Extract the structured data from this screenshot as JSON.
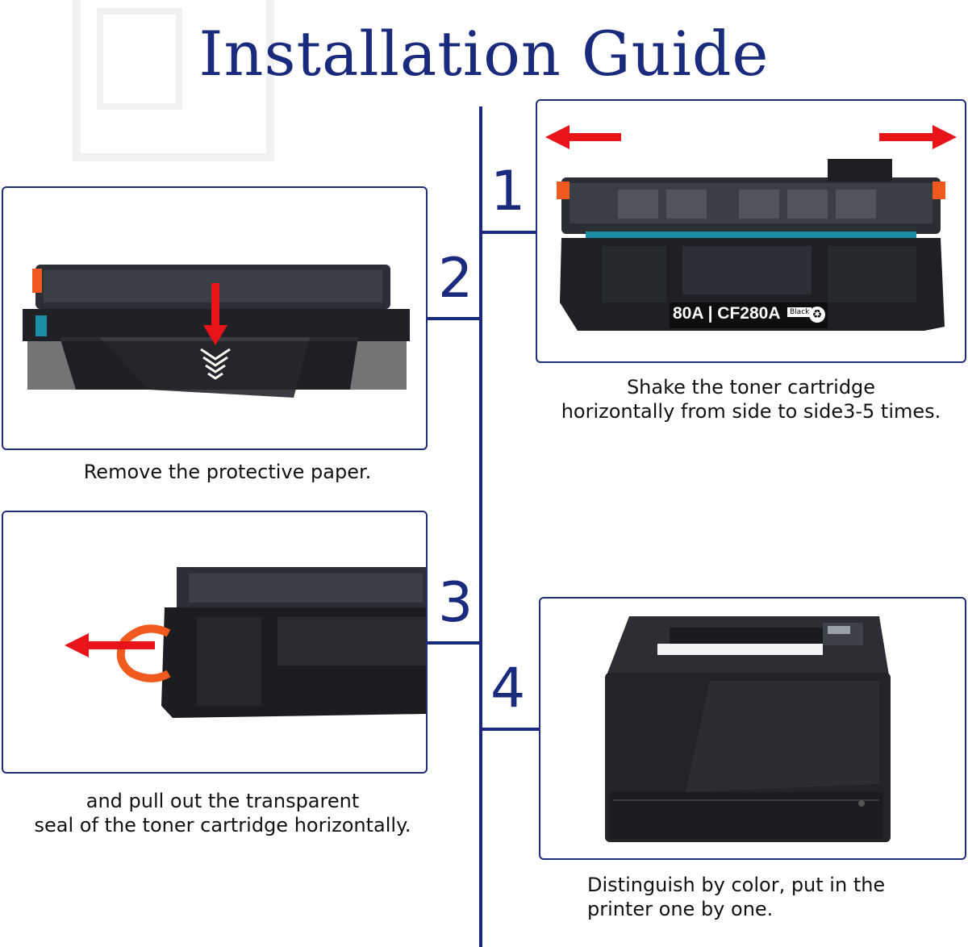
{
  "title": "Installation Guide",
  "colors": {
    "navy": "#1a2a7c",
    "arrow_red": "#e8141a",
    "tab_orange": "#f05a1e"
  },
  "steps": [
    {
      "number": "1",
      "caption_line1": "Shake the toner cartridge",
      "caption_line2": "horizontally from side to side3-5 times."
    },
    {
      "number": "2",
      "caption_line1": "Remove the protective paper."
    },
    {
      "number": "3",
      "caption_line1": "and pull out the transparent",
      "caption_line2": "seal of the toner cartridge horizontally."
    },
    {
      "number": "4",
      "caption_line1": "Distinguish by color, put in the",
      "caption_line2": "printer one by one."
    }
  ],
  "cartridge_label": {
    "model": "80A | CF280A",
    "color": "Black"
  }
}
